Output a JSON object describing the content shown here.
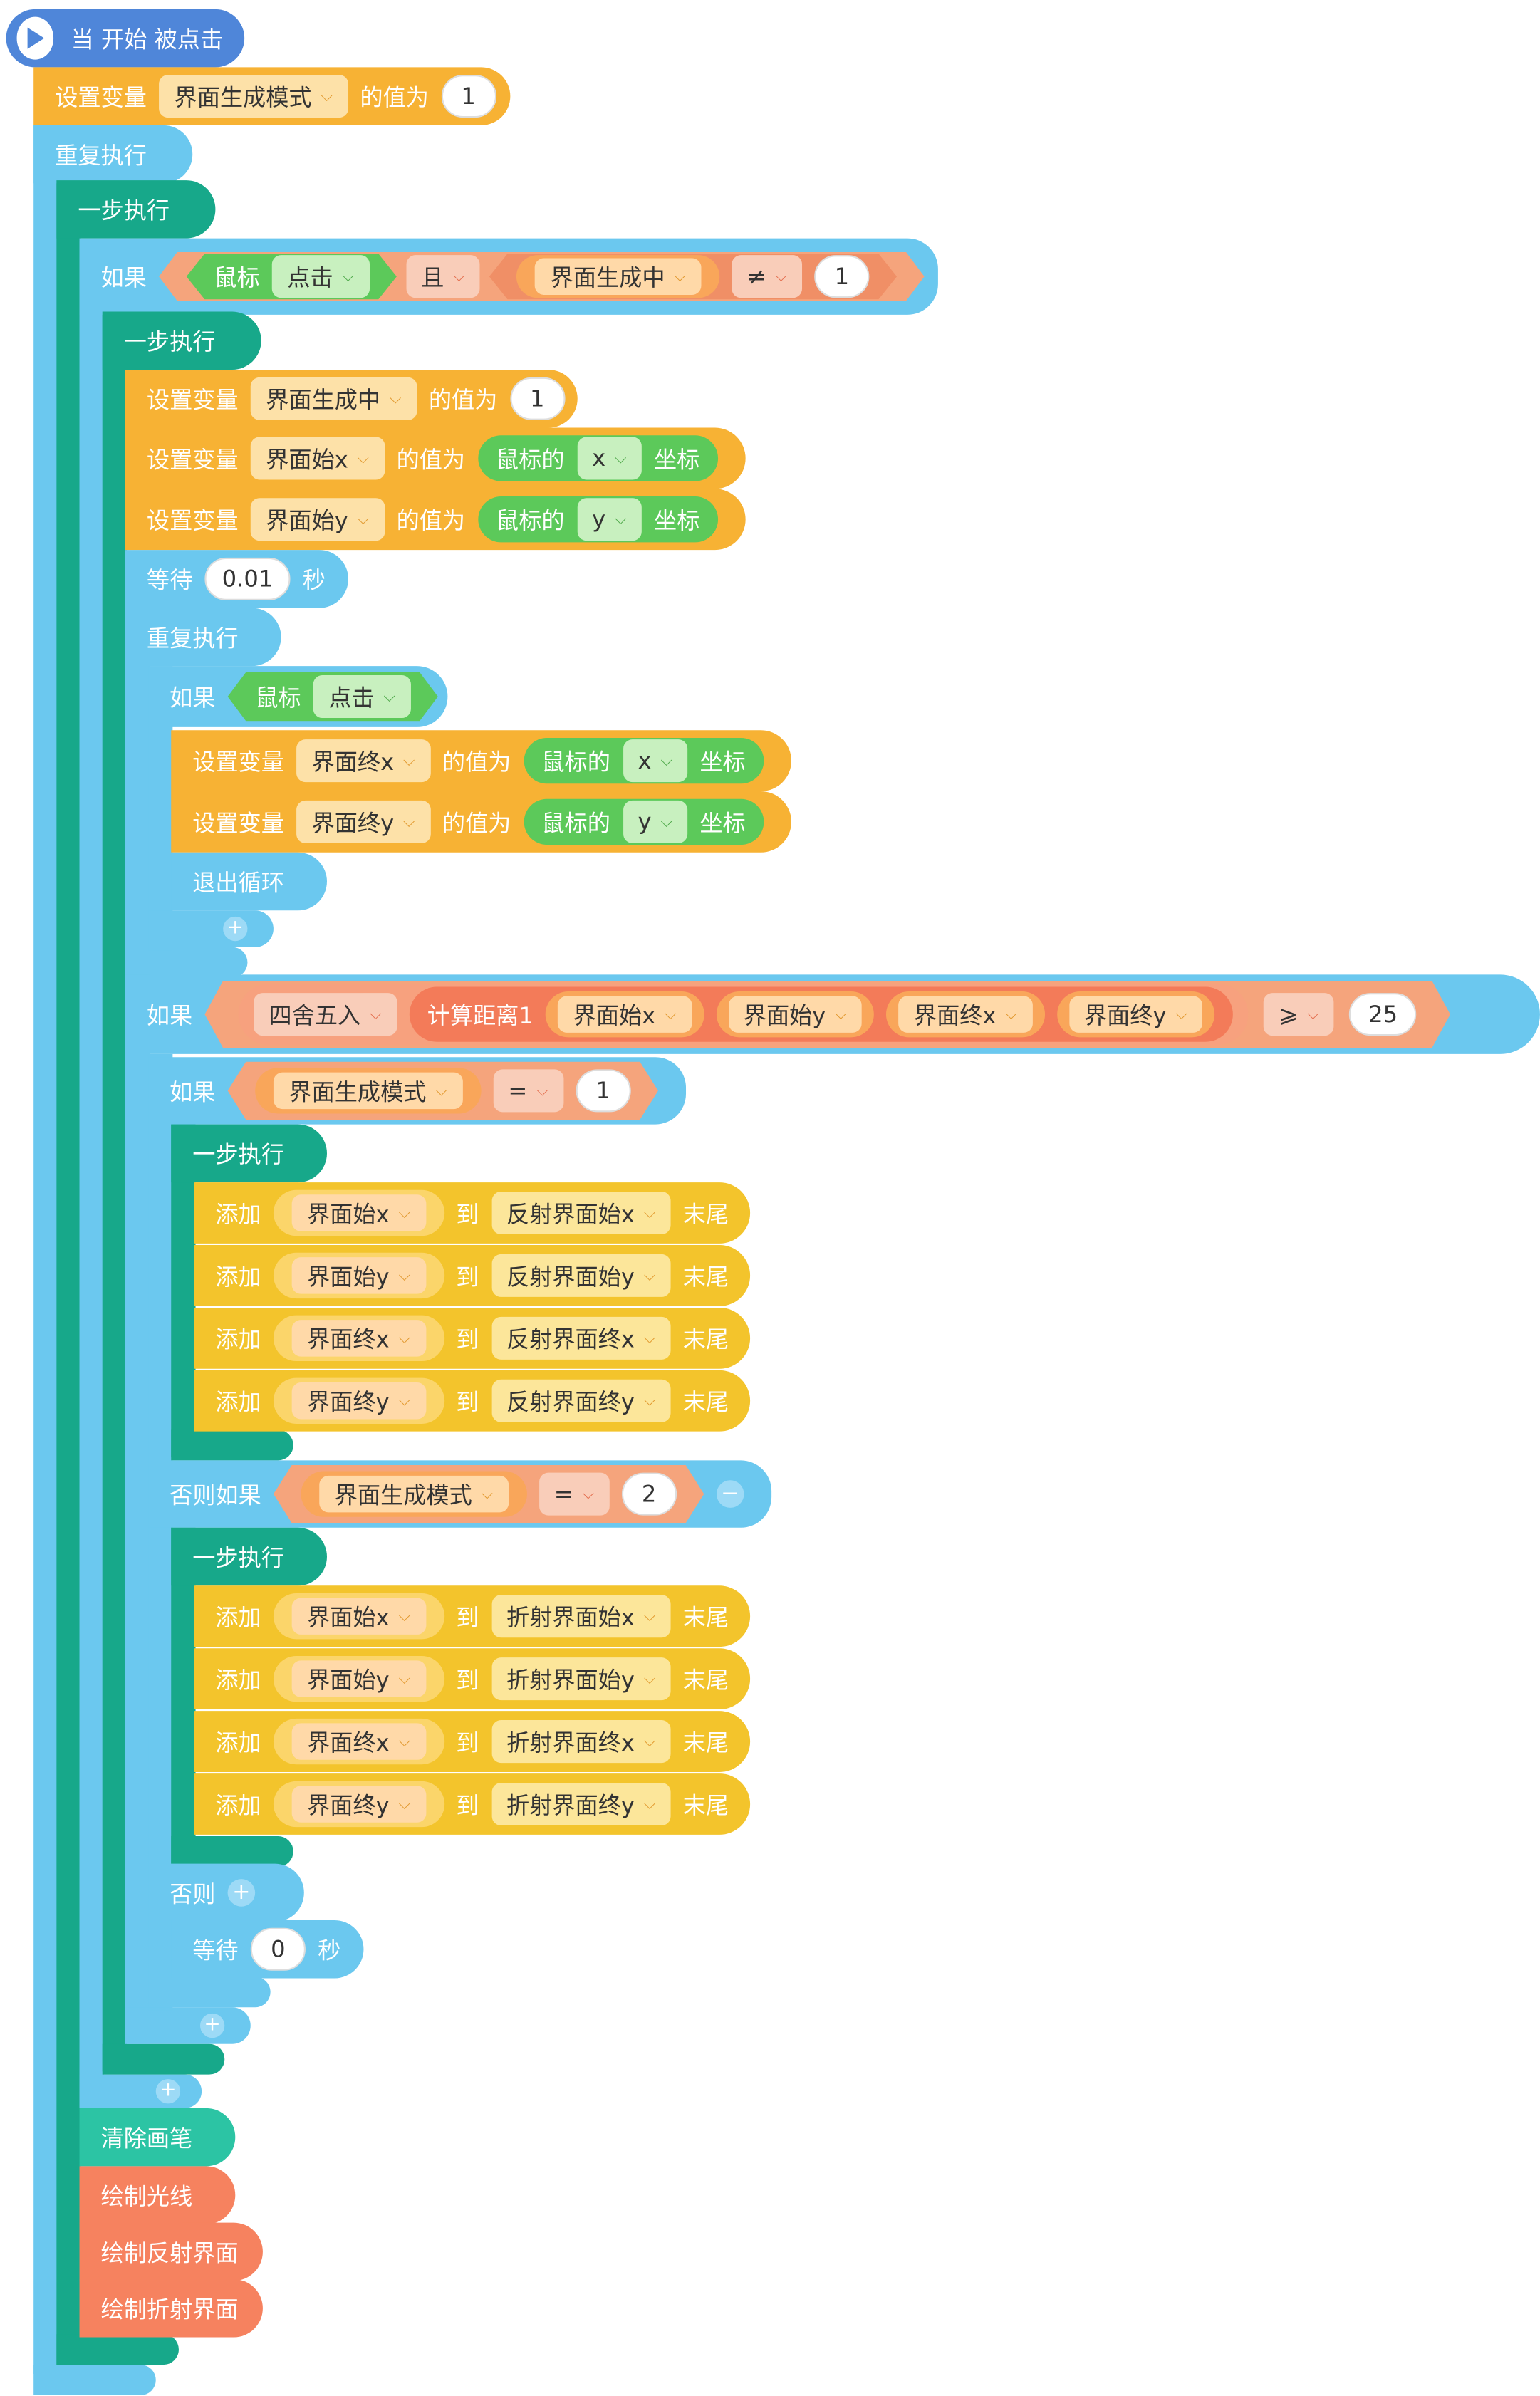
{
  "hat_label": "当 开始 被点击",
  "set_label": "设置变量",
  "value_label": "的值为",
  "repeat_label": "重复执行",
  "step_label": "一步执行",
  "if_label": "如果",
  "elseif_label": "否则如果",
  "else_label": "否则",
  "wait_label": "等待",
  "sec_label": "秒",
  "and_label": "且",
  "mouse_label": "鼠标",
  "click_label": "点击",
  "mouse_of_label": "鼠标的",
  "coord_label": "坐标",
  "add_label": "添加",
  "to_label": "到",
  "end_label": "末尾",
  "break_label": "退出循环",
  "round_label": "四舍五入",
  "distance_label": "计算距离1",
  "vars": {
    "mode": "界面生成模式",
    "gen": "界面生成中",
    "sx": "界面始x",
    "sy": "界面始y",
    "ex": "界面终x",
    "ey": "界面终y"
  },
  "lists": {
    "rsx": "反射界面始x",
    "rsy": "反射界面始y",
    "rex": "反射界面终x",
    "rey": "反射界面终y",
    "fsx": "折射界面始x",
    "fsy": "折射界面始y",
    "fex": "折射界面终x",
    "fey": "折射界面终y"
  },
  "ops": {
    "neq": "≠",
    "eq": "=",
    "gte": "⩾"
  },
  "axis": {
    "x": "x",
    "y": "y"
  },
  "nums": {
    "one": "1",
    "two": "2",
    "wait1": "0.01",
    "wait0": "0",
    "twentyfive": "25"
  },
  "bottom": {
    "clear": "清除画笔",
    "draw_ray": "绘制光线",
    "draw_reflect": "绘制反射界面",
    "draw_refract": "绘制折射界面"
  },
  "icons": {
    "play": "play-icon",
    "plus": "plus-icon",
    "minus": "minus-icon",
    "chevron": "chevron-down-icon"
  }
}
